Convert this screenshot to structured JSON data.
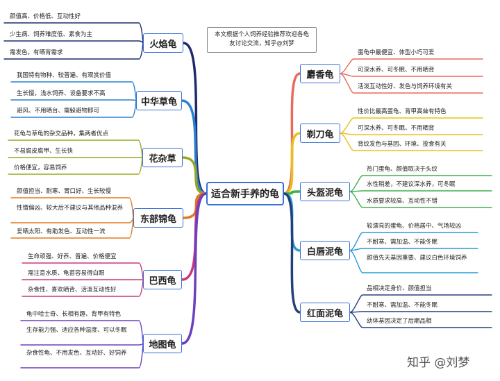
{
  "central": "适合新手养的龟",
  "note": [
    "本文根据个人饲养经验推荐欢迎各龟",
    "友讨论交流，知乎@刘梦"
  ],
  "watermark": "知乎 @刘梦",
  "colors": {
    "frame": "#3a6fd8",
    "branches": {
      "huoyan": "#1f2a6b",
      "zhonghua": "#2a7fd0",
      "huaza": "#9aa820",
      "dongbu": "#e07a1e",
      "baxi": "#c83a7a",
      "ditu": "#6a3fc0",
      "shexiang": "#e86a5a",
      "tiedao": "#e8c01a",
      "toukui": "#3fb04a",
      "baichun": "#2a9ad8",
      "hongmian": "#22407a"
    }
  },
  "left_branches": [
    {
      "name": "火焰龟",
      "leaves": [
        "颜值高、价格低、互动性好",
        "少生病、饲养难度低、素食为主",
        "需发色，有晒背需求"
      ]
    },
    {
      "name": "中华草龟",
      "leaves": [
        "我国特有物种、较普遍、有观赏价值",
        "生长慢，浅水饲养、设备要求不高",
        "避风、不用晒台、需躲避物即可"
      ]
    },
    {
      "name": "花杂草",
      "leaves": [
        "花龟与草龟的杂交品种，集两者优点",
        "不易腐皮腐甲、生长快",
        "价格便宜，容易饲养"
      ]
    },
    {
      "name": "东部锦龟",
      "leaves": [
        "颜值担当、耐寒、胃口好、生长较慢",
        "性情偏凶、较大后不建议与其他品种混养",
        "爱晒太阳、有助发色、互动性一流"
      ]
    },
    {
      "name": "巴西龟",
      "leaves": [
        "生命顽强、好养、普遍、价格便宜",
        "需注意水质、龟苗容易得白眼",
        "杂食性、喜欢晒背、活泼互动性好"
      ]
    },
    {
      "name": "地图龟",
      "leaves": [
        "龟中哈士奇、长相有趣、背甲有特色",
        "生存能力强、适应各种温度、可以冬眠",
        "杂食性龟、不用发色、互动好、好饲养"
      ]
    }
  ],
  "right_branches": [
    {
      "name": "麝香龟",
      "leaves": [
        "蛋龟中最便宜、体型小巧可爱",
        "可深水养、可冬眠、不用晒背",
        "活泼互动性好、发色与饲养环境有关"
      ]
    },
    {
      "name": "剃刀龟",
      "leaves": [
        "性价比最高蛋龟、背甲高耸有特色",
        "可深水养、可冬眠、不用晒背",
        "背纹发色与基因、环境、投食有关"
      ]
    },
    {
      "name": "头盔泥龟",
      "leaves": [
        "热门蛋龟、颜值取决于头纹",
        "水性稍差，不建议深水养，可冬眠",
        "水质要求较高、互动性不错"
      ]
    },
    {
      "name": "白唇泥龟",
      "leaves": [
        "较漂亮的蛋龟、价格居中、气场较凶",
        "不耐寒、需加温、不能冬眠",
        "颜值先天基因重要、建议白色环境饲养"
      ]
    },
    {
      "name": "红面泥龟",
      "leaves": [
        "品相决定身价、颜值担当",
        "不耐寒、需加温、不能冬眠",
        "幼体基因决定了后期品相"
      ]
    }
  ]
}
